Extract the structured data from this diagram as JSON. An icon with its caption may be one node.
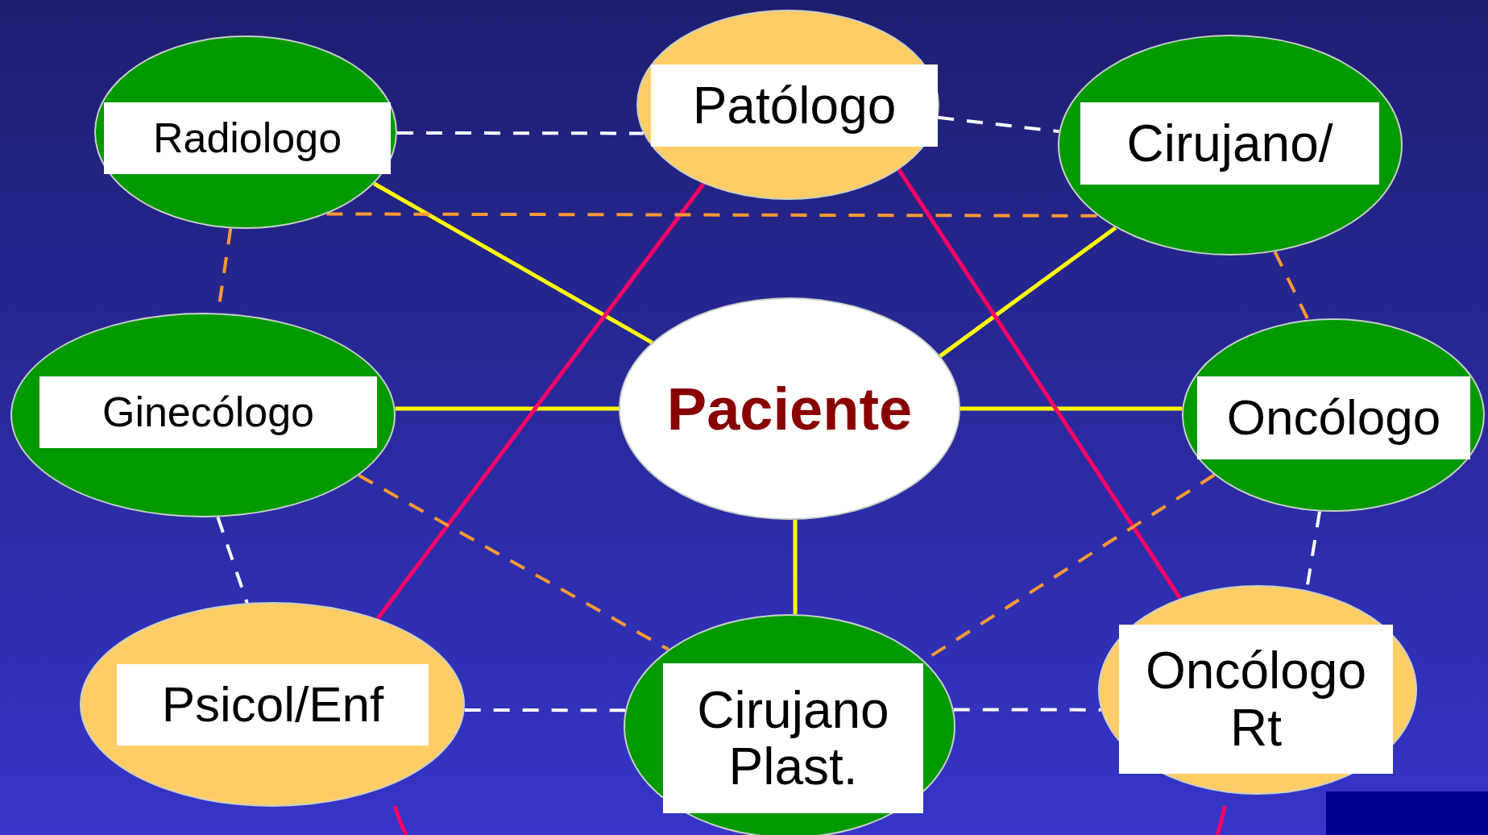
{
  "diagram": {
    "nodes": [
      {
        "text": [
          "Radiologo"
        ]
      },
      {
        "text": [
          "Patólogo"
        ]
      },
      {
        "text": [
          "Cirujano/"
        ]
      },
      {
        "text": [
          "Ginecólogo"
        ]
      },
      {
        "text": [
          "Paciente"
        ]
      },
      {
        "text": [
          "Oncólogo"
        ]
      },
      {
        "text": [
          "Psicol/Enf"
        ]
      },
      {
        "text": [
          "Cirujano Plast."
        ]
      },
      {
        "text": [
          "Oncólogo Rt"
        ]
      }
    ],
    "edges": [
      {
        "from": 0,
        "to": 4,
        "arrow": "none",
        "color": "#ffff00"
      },
      {
        "from": 2,
        "to": 4,
        "arrow": "none",
        "color": "#ffff00"
      },
      {
        "from": 3,
        "to": 4,
        "arrow": "none",
        "color": "#ffff00"
      },
      {
        "from": 4,
        "to": 5,
        "arrow": "none",
        "color": "#ffff00"
      },
      {
        "from": 4,
        "to": 7,
        "arrow": "none",
        "color": "#ffff00"
      },
      {
        "from": 1,
        "to": 6,
        "arrow": "none",
        "color": "#ff0066"
      },
      {
        "from": 1,
        "to": 8,
        "arrow": "none",
        "color": "#ff0066"
      },
      {
        "from": 0,
        "to": 1,
        "arrow": "none",
        "style": "dashed"
      },
      {
        "from": 1,
        "to": 2,
        "arrow": "none",
        "style": "dashed"
      },
      {
        "from": 3,
        "to": 6,
        "arrow": "none",
        "style": "dashed"
      },
      {
        "from": 6,
        "to": 7,
        "arrow": "none",
        "style": "dashed"
      },
      {
        "from": 7,
        "to": 8,
        "arrow": "none",
        "style": "dashed"
      },
      {
        "from": 5,
        "to": 8,
        "arrow": "none",
        "style": "dashed"
      },
      {
        "from": 0,
        "to": 2,
        "arrow": "none",
        "style": "dashed",
        "color": "#ff9933"
      },
      {
        "from": 0,
        "to": 3,
        "arrow": "none",
        "style": "dashed",
        "color": "#ff9933"
      },
      {
        "from": 2,
        "to": 5,
        "arrow": "none",
        "style": "dashed",
        "color": "#ff9933"
      },
      {
        "from": 3,
        "to": 7,
        "arrow": "none",
        "style": "dashed",
        "color": "#ff9933"
      },
      {
        "from": 5,
        "to": 7,
        "arrow": "none",
        "style": "dashed",
        "color": "#ff9933"
      }
    ]
  }
}
